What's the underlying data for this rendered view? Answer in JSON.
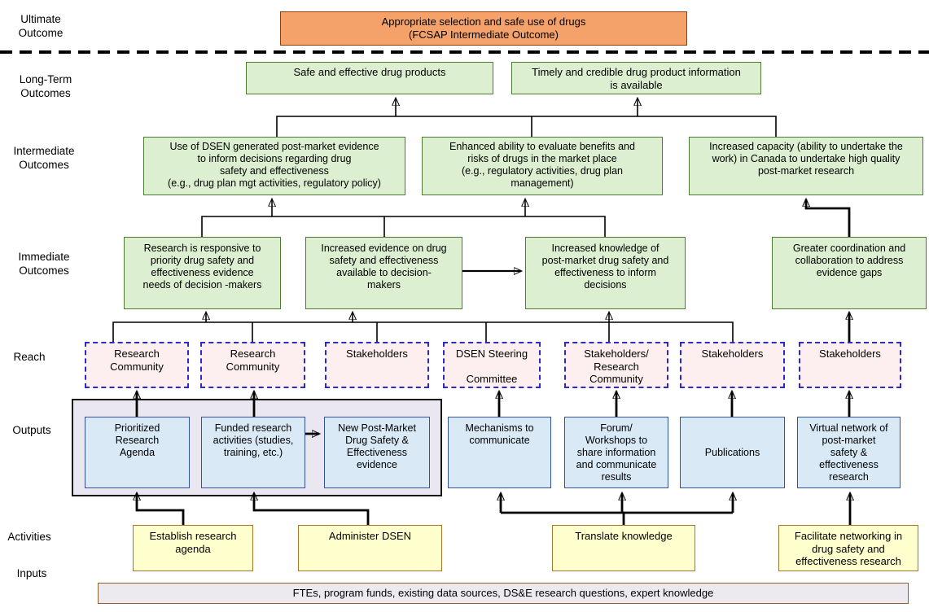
{
  "row_labels": {
    "ultimate": "Ultimate\nOutcome",
    "long_term": "Long-Term\nOutcomes",
    "intermediate": "Intermediate\nOutcomes",
    "immediate": "Immediate\nOutcomes",
    "reach": "Reach",
    "outputs": "Outputs",
    "activities": "Activities",
    "inputs": "Inputs"
  },
  "ultimate": {
    "box": "Appropriate selection and safe use of drugs\n(FCSAP Intermediate Outcome)"
  },
  "long_term": {
    "box1": "Safe and effective drug products",
    "box2": "Timely and credible drug product information\nis available"
  },
  "intermediate": {
    "box1": "Use of DSEN generated post-market evidence\nto inform decisions regarding drug\nsafety and effectiveness\n(e.g., drug plan mgt activities, regulatory policy)",
    "box2": "Enhanced ability to evaluate benefits and\nrisks of drugs in the market place\n(e.g., regulatory activities, drug plan\nmanagement)",
    "box3": "Increased capacity (ability to undertake the\nwork) in Canada to undertake high quality\npost-market research"
  },
  "immediate": {
    "box1": "Research is responsive to\npriority drug safety and\neffectiveness evidence\nneeds of decision -makers",
    "box2": "Increased evidence on drug\nsafety and effectiveness\navailable to decision-\nmakers",
    "box3": "Increased knowledge of\npost-market drug safety and\neffectiveness to inform\ndecisions",
    "box4": "Greater coordination and\ncollaboration to address\nevidence gaps"
  },
  "reach": {
    "box1": "Research\nCommunity",
    "box2": "Research\nCommunity",
    "box3": "Stakeholders",
    "box4": "DSEN Steering\n\nCommittee",
    "box5": "Stakeholders/\nResearch\nCommunity",
    "box6": "Stakeholders",
    "box7": "Stakeholders"
  },
  "outputs": {
    "box1": "Prioritized\nResearch\nAgenda",
    "box2": "Funded research\nactivities (studies,\ntraining, etc.)",
    "box3": "New Post-Market\nDrug Safety &\nEffectiveness\nevidence",
    "box4": "Mechanisms to\ncommunicate",
    "box5": "Forum/\nWorkshops to\nshare information\nand communicate\nresults",
    "box6": "Publications",
    "box7": "Virtual network of\npost-market\nsafety &\neffectiveness\nresearch"
  },
  "activities": {
    "box1": "Establish research\nagenda",
    "box2": "Administer DSEN",
    "box3": "Translate knowledge",
    "box4": "Facilitate networking in\ndrug safety and\neffectiveness research"
  },
  "inputs": {
    "box": "FTEs, program funds, existing data sources, DS&E research questions, expert knowledge"
  },
  "colors": {
    "ultimate_fill": "#F4A269",
    "ultimate_border": "#8A3E0D",
    "outcome_fill": "#DCEFD0",
    "outcome_border": "#4D7B31",
    "reach_fill": "#FDEFEF",
    "reach_border": "#2A2AC8",
    "output_fill": "#D9E9F6",
    "output_border": "#34519E",
    "group_fill": "#EAE7F1",
    "group_border": "#141414",
    "activity_fill": "#FFFFCE",
    "activity_border": "#A8762A",
    "inputs_fill": "#EDEAEF",
    "inputs_border": "#8F5F2F",
    "line": "#000000"
  }
}
